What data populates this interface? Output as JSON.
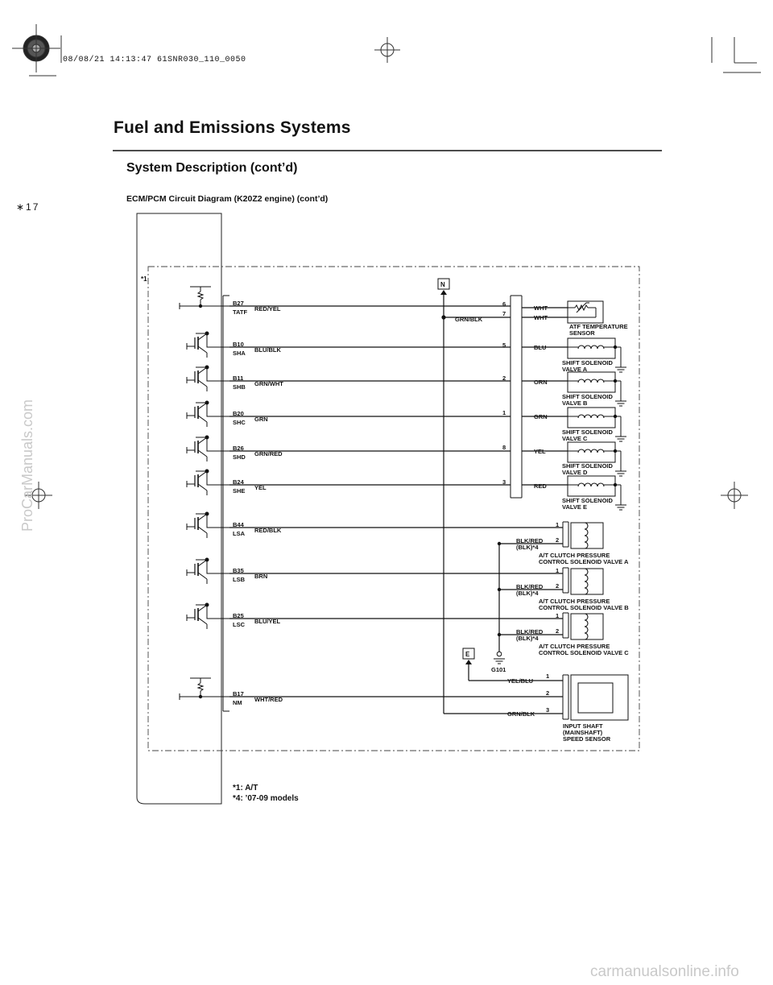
{
  "print_stamp": "08/08/21 14:13:47 61SNR030_110_0050",
  "section_title": "Fuel and Emissions Systems",
  "subsection_title": "System Description (cont’d)",
  "margin_mark": "∗17",
  "diagram_title": "ECM/PCM Circuit Diagram (K20Z2 engine) (cont’d)",
  "diagram": {
    "option_tag": "*1",
    "ground_label": "G101",
    "n_label": "N",
    "e_label": "E",
    "ecm_terminals": [
      {
        "pin": "B27",
        "name": "TATF",
        "wire": "RED/YEL"
      },
      {
        "pin": "B10",
        "name": "SHA",
        "wire": "BLU/BLK"
      },
      {
        "pin": "B11",
        "name": "SHB",
        "wire": "GRN/WHT"
      },
      {
        "pin": "B20",
        "name": "SHC",
        "wire": "GRN"
      },
      {
        "pin": "B26",
        "name": "SHD",
        "wire": "GRN/RED"
      },
      {
        "pin": "B24",
        "name": "SHE",
        "wire": "YEL"
      },
      {
        "pin": "B44",
        "name": "LSA",
        "wire": "RED/BLK"
      },
      {
        "pin": "B35",
        "name": "LSB",
        "wire": "BRN"
      },
      {
        "pin": "B25",
        "name": "LSC",
        "wire": "BLU/YEL"
      },
      {
        "pin": "B17",
        "name": "NM",
        "wire": "WHT/RED"
      }
    ],
    "connector_pins": [
      "6",
      "7",
      "5",
      "2",
      "1",
      "8",
      "3"
    ],
    "gnd_wire_top": "GRN/BLK",
    "solenoid_wires": [
      "WHT",
      "WHT",
      "BLU",
      "ORN",
      "GRN",
      "YEL",
      "RED"
    ],
    "components": {
      "atf": "ATF TEMPERATURE\nSENSOR",
      "sva": "SHIFT SOLENOID\nVALVE A",
      "svb": "SHIFT SOLENOID\nVALVE B",
      "svc": "SHIFT SOLENOID\nVALVE C",
      "svd": "SHIFT SOLENOID\nVALVE D",
      "sve": "SHIFT SOLENOID\nVALVE E",
      "cpa": "A/T CLUTCH PRESSURE\nCONTROL SOLENOID VALVE A",
      "cpb": "A/T CLUTCH PRESSURE\nCONTROL SOLENOID VALVE B",
      "cpc": "A/T CLUTCH PRESSURE\nCONTROL SOLENOID VALVE C",
      "iss": "INPUT SHAFT\n(MAINSHAFT)\nSPEED SENSOR"
    },
    "clutch_gnd_wire": "BLK/RED\n(BLK)*4",
    "clutch_pins": [
      "1",
      "2"
    ],
    "iss_pins": [
      "1",
      "2",
      "3"
    ],
    "iss_wires": [
      "YEL/BLU",
      "GRN/BLK"
    ]
  },
  "footnotes": [
    "*1: A/T",
    "*4: ’07-09 models"
  ],
  "watermark_side": "ProCarManuals.com",
  "watermark_bottom": "carmanualsonline.info"
}
